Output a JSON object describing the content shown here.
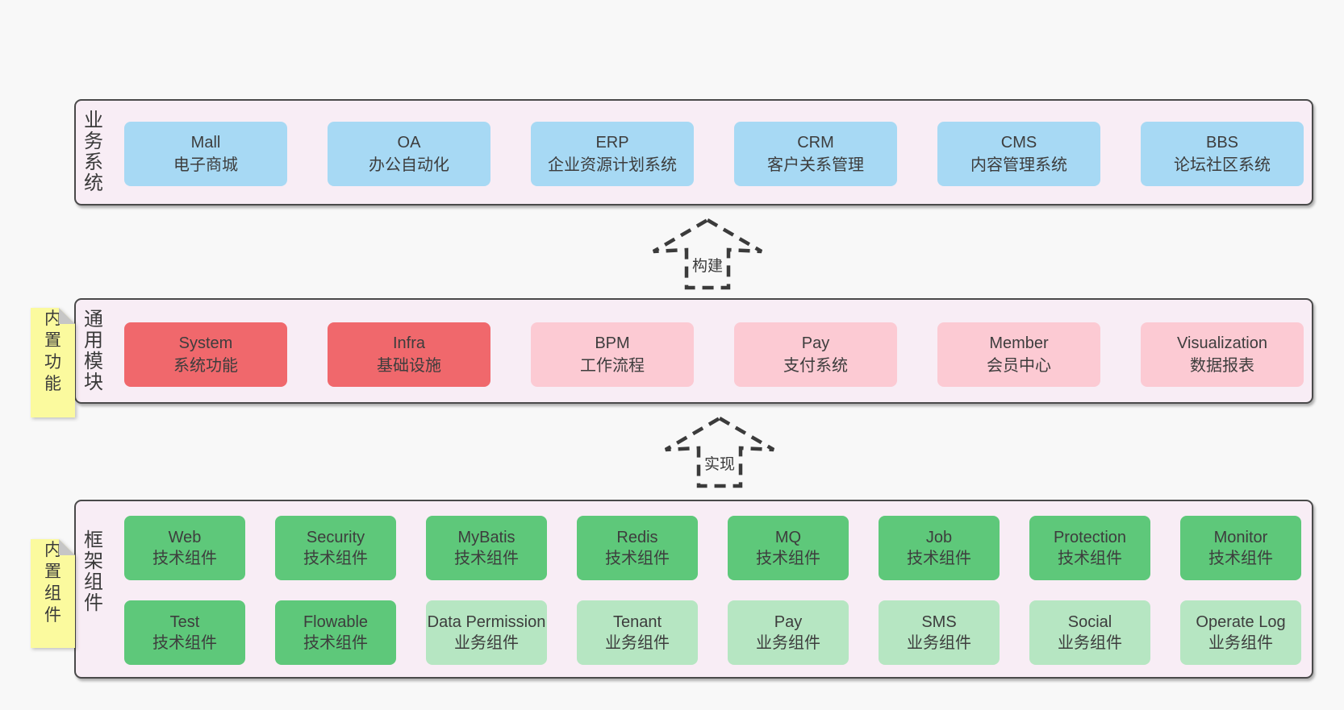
{
  "diagram": {
    "colors": {
      "page_bg": "#f8f8f8",
      "layer_bg": "#f8edf5",
      "layer_border": "#4a4a4a",
      "box_blue": "#a7d9f4",
      "box_red": "#f0686c",
      "box_pink": "#fccad3",
      "box_green": "#5ec87a",
      "box_green_light": "#b6e6c2",
      "note_yellow": "#fbfa9e",
      "text": "#3d3d3d"
    },
    "arrows": [
      {
        "label": "构建"
      },
      {
        "label": "实现"
      }
    ],
    "layers": [
      {
        "label": "业务系统",
        "boxes": [
          {
            "name": "Mall",
            "desc": "电子商城"
          },
          {
            "name": "OA",
            "desc": "办公自动化"
          },
          {
            "name": "ERP",
            "desc": "企业资源计划系统"
          },
          {
            "name": "CRM",
            "desc": "客户关系管理"
          },
          {
            "name": "CMS",
            "desc": "内容管理系统"
          },
          {
            "name": "BBS",
            "desc": "论坛社区系统"
          }
        ]
      },
      {
        "label": "通用模块",
        "note": "内置功能",
        "boxes": [
          {
            "name": "System",
            "desc": "系统功能"
          },
          {
            "name": "Infra",
            "desc": "基础设施"
          },
          {
            "name": "BPM",
            "desc": "工作流程"
          },
          {
            "name": "Pay",
            "desc": "支付系统"
          },
          {
            "name": "Member",
            "desc": "会员中心"
          },
          {
            "name": "Visualization",
            "desc": "数据报表"
          }
        ]
      },
      {
        "label": "框架组件",
        "note": "内置组件",
        "rows": [
          [
            {
              "name": "Web",
              "desc": "技术组件"
            },
            {
              "name": "Security",
              "desc": "技术组件"
            },
            {
              "name": "MyBatis",
              "desc": "技术组件"
            },
            {
              "name": "Redis",
              "desc": "技术组件"
            },
            {
              "name": "MQ",
              "desc": "技术组件"
            },
            {
              "name": "Job",
              "desc": "技术组件"
            },
            {
              "name": "Protection",
              "desc": "技术组件"
            },
            {
              "name": "Monitor",
              "desc": "技术组件"
            }
          ],
          [
            {
              "name": "Test",
              "desc": "技术组件"
            },
            {
              "name": "Flowable",
              "desc": "技术组件"
            },
            {
              "name": "Data Permission",
              "desc": "业务组件"
            },
            {
              "name": "Tenant",
              "desc": "业务组件"
            },
            {
              "name": "Pay",
              "desc": "业务组件"
            },
            {
              "name": "SMS",
              "desc": "业务组件"
            },
            {
              "name": "Social",
              "desc": "业务组件"
            },
            {
              "name": "Operate Log",
              "desc": "业务组件"
            }
          ]
        ]
      }
    ]
  }
}
